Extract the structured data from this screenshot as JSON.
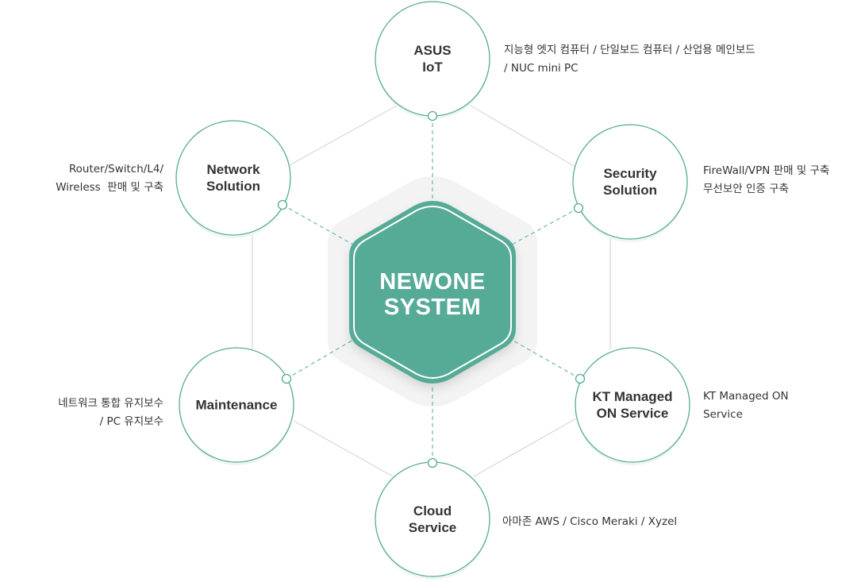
{
  "center": {
    "line1": "NEWONE",
    "line2": "SYSTEM"
  },
  "colors": {
    "accent": "#56ab96",
    "line": "#cccccc",
    "bg_hex": "#f3f3f3",
    "text": "#333333"
  },
  "nodes": [
    {
      "id": "asus-iot",
      "line1": "ASUS",
      "line2": "IoT",
      "desc1": "지능형 엣지 컴퓨터 / 단일보드 컴퓨터 / 산업용 메인보드",
      "desc2": "/ NUC mini PC"
    },
    {
      "id": "network",
      "line1": "Network",
      "line2": "Solution",
      "desc1": "Router/Switch/L4/",
      "desc2": "Wireless  판매 및 구축"
    },
    {
      "id": "security",
      "line1": "Security",
      "line2": "Solution",
      "desc1": "FireWall/VPN 판매 및 구축",
      "desc2": "무선보안 인증 구축"
    },
    {
      "id": "maintenance",
      "line1": "Maintenance",
      "line2": "",
      "desc1": "네트워크 통합 유지보수",
      "desc2": "/ PC 유지보수"
    },
    {
      "id": "kt-managed",
      "line1": "KT Managed",
      "line2": "ON Service",
      "desc1": "KT Managed ON",
      "desc2": "Service"
    },
    {
      "id": "cloud",
      "line1": "Cloud",
      "line2": "Service",
      "desc1": "아마존 AWS / Cisco Meraki / Xyzel",
      "desc2": ""
    }
  ]
}
